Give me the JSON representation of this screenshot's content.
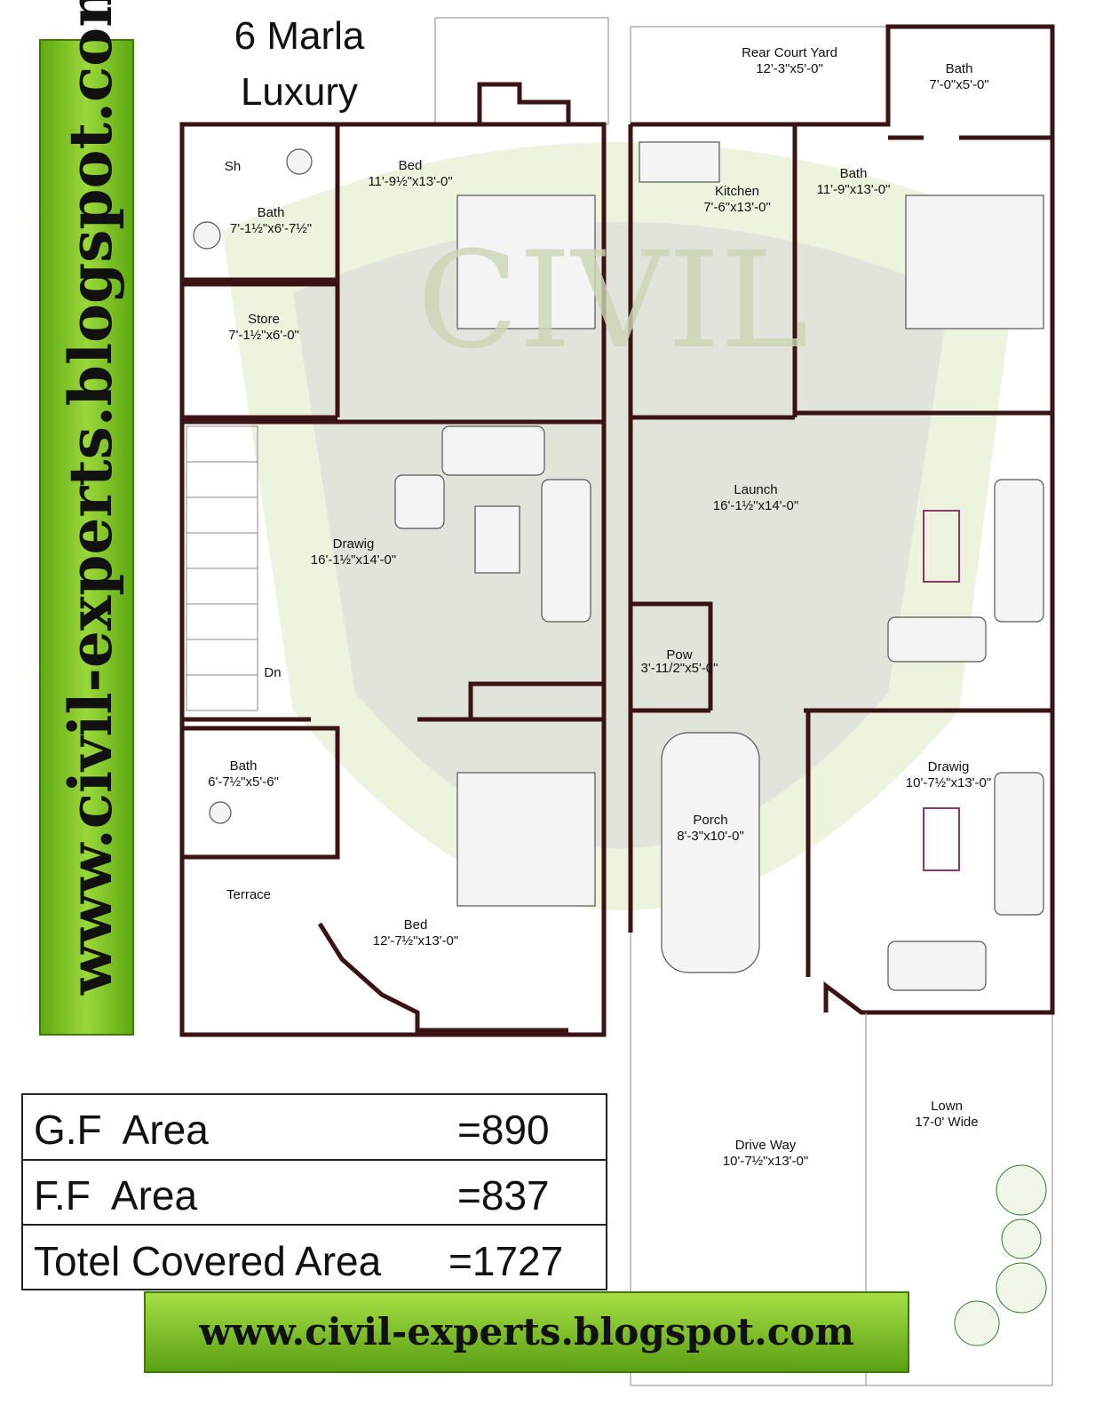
{
  "title": {
    "line1": "6 Marla",
    "line2": "Luxury"
  },
  "watermark": "CIVIL",
  "left_plan": {
    "bath_top": {
      "sub": "Sh",
      "name": "Bath",
      "size": "7'-1½\"x6'-7½\""
    },
    "bed_top": {
      "name": "Bed",
      "size": "11'-9½\"x13'-0\""
    },
    "store": {
      "name": "Store",
      "size": "7'-1½\"x6'-0\""
    },
    "drawing": {
      "name": "Drawig",
      "size": "16'-1½\"x14'-0\""
    },
    "stairs": {
      "label": "Dn"
    },
    "bath_bottom": {
      "name": "Bath",
      "size": "6'-7½\"x5'-6\""
    },
    "terrace": {
      "name": "Terrace"
    },
    "bed_bottom": {
      "name": "Bed",
      "size": "12'-7½\"x13'-0\""
    }
  },
  "right_plan": {
    "court_yard": {
      "name": "Rear Court Yard",
      "size": "12'-3\"x5'-0\""
    },
    "bath_top": {
      "name": "Bath",
      "size": "7'-0\"x5'-0\""
    },
    "kitchen": {
      "name": "Kitchen",
      "size": "7'-6\"x13'-0\""
    },
    "bath_bed": {
      "name": "Bath",
      "size": "11'-9\"x13'-0\""
    },
    "lounge": {
      "name": "Launch",
      "size": "16'-1½\"x14'-0\""
    },
    "pow": {
      "name": "Pow",
      "size": "3'-11/2\"x5'-0\""
    },
    "porch": {
      "name": "Porch",
      "size": "8'-3\"x10'-0\""
    },
    "drawing": {
      "name": "Drawig",
      "size": "10'-7½\"x13'-0\""
    },
    "drive_way": {
      "name": "Drive Way",
      "size": "10'-7½\"x13'-0\""
    },
    "lawn": {
      "name": "Lown",
      "size": "17-0' Wide"
    }
  },
  "area_table": [
    {
      "label": "G.F  Area",
      "value": "=890"
    },
    {
      "label": "F.F  Area",
      "value": "=837"
    },
    {
      "label": "Totel Covered Area",
      "value": "=1727"
    }
  ],
  "banner_side": "www.civil-experts.blogspot.com",
  "banner_bottom": "www.civil-experts.blogspot.com",
  "colors": {
    "banner_green": "#7cc424",
    "wall": "#3a1414",
    "watermark": "#dfe8c8"
  }
}
